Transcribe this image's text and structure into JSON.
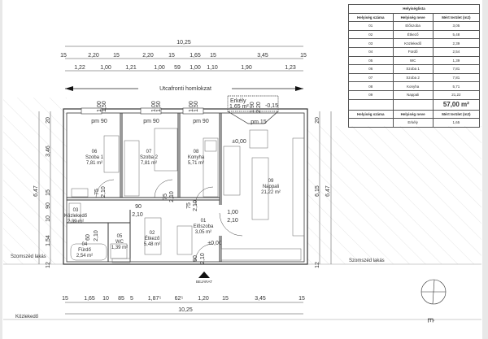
{
  "table": {
    "title": "Helyiséglista",
    "headers": [
      "Helyiség száma",
      "Helyiség neve",
      "Mért terület (m2)"
    ],
    "rows": [
      [
        "01",
        "Előszoba",
        "3,05"
      ],
      [
        "02",
        "Étkező",
        "5,48"
      ],
      [
        "03",
        "Közlekedő",
        "2,39"
      ],
      [
        "04",
        "Fürdő",
        "2,54"
      ],
      [
        "05",
        "WC",
        "1,39"
      ],
      [
        "06",
        "Szoba 1",
        "7,81"
      ],
      [
        "07",
        "Szoba 2",
        "7,81"
      ],
      [
        "08",
        "Konyha",
        "5,71"
      ],
      [
        "09",
        "Nappali",
        "21,22"
      ]
    ],
    "total": "57,00 m²",
    "headers2": [
      "Helyiség száma",
      "Helyiség neve",
      "Mért terület (m2)"
    ],
    "extra_rows": [
      [
        "",
        "Erkély",
        "1,65"
      ]
    ]
  },
  "dims": {
    "top_total": "10,25",
    "top_row2": [
      "15",
      "2,20",
      "15",
      "2,20",
      "15",
      "1,65",
      "15",
      "3,45",
      "15"
    ],
    "top_row3": [
      "1,22",
      "1,00",
      "1,21",
      "1,00",
      "59",
      "1,00",
      "1,10",
      "1,90",
      "1,23"
    ],
    "bottom_row": [
      "15",
      "1,65",
      "10",
      "85",
      "5",
      "1,87⁵",
      "62⁵",
      "1,20",
      "15",
      "3,45",
      "15"
    ],
    "bottom_total": "10,25",
    "left_total": "6,47",
    "left_parts": [
      "20",
      "3,46",
      "15",
      "90",
      "10",
      "1,54",
      "12"
    ],
    "right_total": "6,47",
    "right_parts": [
      "20",
      "6,15",
      "12"
    ]
  },
  "labels": {
    "street_facade": "Utcafronti homlokzat",
    "neighbor_left": "Szomszéd lakás",
    "neighbor_right": "Szomszéd lakás",
    "corridor": "Közlekedő",
    "entrance": "BEJÁRAT",
    "north": "É"
  },
  "rooms": {
    "r06": {
      "num": "06",
      "name": "Szoba 1",
      "area": "7,81 m²"
    },
    "r07": {
      "num": "07",
      "name": "Szoba 2",
      "area": "7,81 m²"
    },
    "r08": {
      "num": "08",
      "name": "Konyha",
      "area": "5,71 m²"
    },
    "r09": {
      "num": "09",
      "name": "Nappali",
      "area": "21,22 m²"
    },
    "r03": {
      "num": "03",
      "name": "Közlekedő",
      "area": "2,39 m²"
    },
    "r05": {
      "num": "05",
      "name": "WC",
      "area": "1,39 m²"
    },
    "r02": {
      "num": "02",
      "name": "Étkező",
      "area": "5,48 m²"
    },
    "r01": {
      "num": "01",
      "name": "Előszoba",
      "area": "3,05 m²"
    },
    "r04": {
      "num": "04",
      "name": "Fürdő",
      "area": "2,54 m²"
    },
    "balcony": {
      "name": "Erkély",
      "area": "1,65 m²"
    }
  },
  "annotations": {
    "window_sill": "pm 90",
    "window_sill_balcony": "pm 15",
    "win_w": "1,00",
    "win_h": "1,50",
    "balcony_door_w": "1,90",
    "balcony_door_h": "2,20",
    "level_zero": "±0,00",
    "level_balcony": "-0,15",
    "door_75": "75",
    "door_h": "2,10",
    "door_90": "90",
    "door_100": "1,00",
    "door_60": "60"
  }
}
